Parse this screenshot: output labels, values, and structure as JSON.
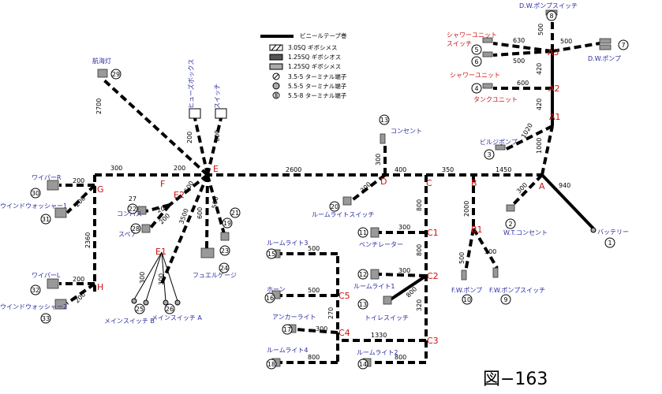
{
  "figure_label": "図−163",
  "legend": {
    "tape": "ビニールテープ巻",
    "items": [
      "3.0SQ ギボシメス",
      "1.25SQ ギボシオス",
      "1.25SQ ギボシメス",
      "3.5-5 ターミナル端子",
      "5.5-5 ターミナル端子",
      "5.5-8 ターミナル端子"
    ]
  },
  "nodes": {
    "A": "A",
    "A1": "A1",
    "A2": "A2",
    "A3": "A3",
    "B": "B",
    "B1": "B1",
    "C": "C",
    "C1": "C1",
    "C2": "C2",
    "C3": "C3",
    "C4": "C4",
    "C5": "C5",
    "D": "D",
    "E": "E",
    "E1": "E1",
    "E2": "E2",
    "F": "F",
    "G": "G",
    "H": "H"
  },
  "labels": {
    "dw_pump_switch": "D.W.ポンプスイッチ",
    "dw_pump": "D.W.ポンプ",
    "shower_unit_switch_1": "シャワーユニット",
    "shower_unit_switch_2": "スイッチ",
    "shower_unit": "シャワーユニット",
    "tank_unit": "タンクユニット",
    "bilge_pump": "ビルジポンプ",
    "battery": "バッテリー",
    "wt_outlet": "W.T.コンセント",
    "fw_pump": "F.W.ポンプ",
    "fw_pump_switch": "F.W.ポンプスイッチ",
    "outlet": "コンセント",
    "room_light_switch": "ルームライトスイッチ",
    "ventilator": "ベンチレーター",
    "room_light_1": "ルームライト1",
    "toilet_switch": "トイレスイッチ",
    "room_light_2": "ルームライト2",
    "room_light_3": "ルームライト3",
    "horn": "ホーン",
    "anchor_light": "アンカーライト",
    "room_light_4": "ルームライト4",
    "navigation_light": "航海灯",
    "fuse_box": "ヒューズボックス",
    "switch": "スイッチ",
    "wiper_r": "ワイパーR",
    "window_washer_1": "ウインドウォッシャー1",
    "wiper_l": "ワイパーL",
    "window_washer_2": "ウインドウォッシャー2",
    "compass": "コンパス",
    "spare": "スペア",
    "fuel_gauge": "フュエルゲージ",
    "main_switch_b": "メインスイッチ B",
    "main_switch_a": "メインスイッチ A"
  },
  "lengths": {
    "A_A1": "1000",
    "A1_A2": "420",
    "A2_A3": "420",
    "A3_8": "500",
    "A3_7": "500",
    "A3_5": "630",
    "A3_6": "500",
    "A2_4": "600",
    "A1_3": "1020",
    "A_1": "940",
    "A_2": "300",
    "A_B": "1450",
    "B_C": "350",
    "C_D": "400",
    "D_E": "2600",
    "D_13": "300",
    "D_20": "300",
    "B_B1": "2000",
    "B1_10": "500",
    "B1_9": "500",
    "C_C1": "800",
    "C1_11": "300",
    "C1_C2": "800",
    "C2_12": "300",
    "C2_13": "800",
    "C2_C3": "320",
    "C3_C4": "1330",
    "C3_14": "800",
    "C4_C5": "270",
    "C4_17": "300",
    "C5_16": "500",
    "C5_15": "500",
    "C4_18": "800",
    "E_F": "200",
    "F_G": "300",
    "G_H": "2360",
    "G_wiper": "200",
    "G_wash": "200",
    "H_wiper": "200",
    "H_wash": "200",
    "E_29": "2700",
    "E_fuse": "200",
    "E_sw": "600",
    "E_E2": "500",
    "E2_22": "200",
    "E2_23": "200",
    "E_E1": "3500",
    "E_24": "600",
    "E_21": "500",
    "E1_25": "300",
    "E1_26": "300"
  },
  "numbers": [
    "1",
    "2",
    "3",
    "4",
    "5",
    "6",
    "7",
    "8",
    "9",
    "10",
    "11",
    "12",
    "13",
    "14",
    "15",
    "16",
    "17",
    "18",
    "19",
    "20",
    "21",
    "22",
    "23",
    "24",
    "25",
    "26",
    "27",
    "28",
    "29",
    "30",
    "31",
    "32",
    "33"
  ]
}
